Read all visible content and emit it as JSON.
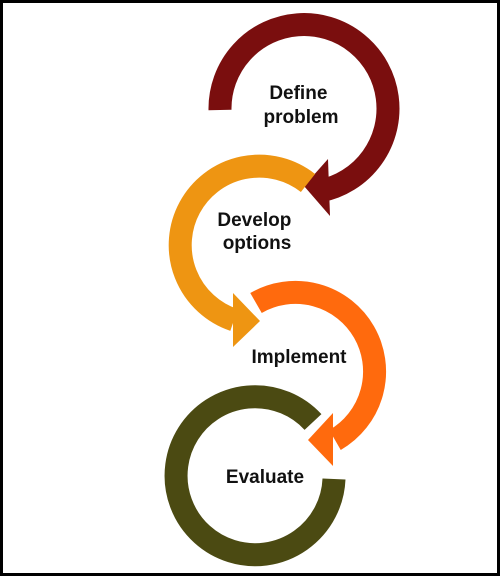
{
  "diagram": {
    "steps": [
      {
        "id": "define",
        "lines": [
          "Define",
          "problem"
        ],
        "color": "#7A0E0E"
      },
      {
        "id": "develop",
        "lines": [
          "Develop",
          "options"
        ],
        "color": "#EE9512"
      },
      {
        "id": "implement",
        "lines": [
          "Implement"
        ],
        "color": "#FF6A0D"
      },
      {
        "id": "evaluate",
        "lines": [
          "Evaluate"
        ],
        "color": "#4B4A12"
      }
    ]
  }
}
